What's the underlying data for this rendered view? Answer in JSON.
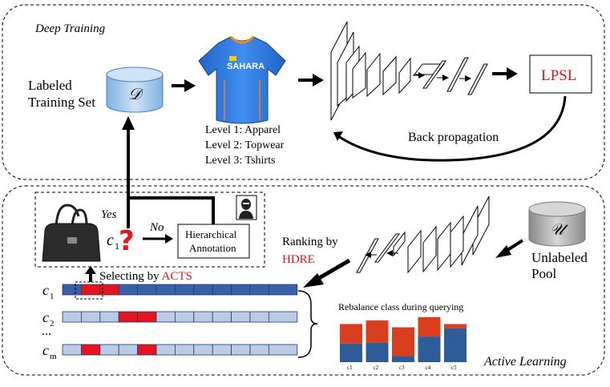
{
  "sections": {
    "deep_training": "Deep Training",
    "active_learning": "Active Learning"
  },
  "labeled_set": {
    "label_line1": "Labeled",
    "label_line2": "Training Set",
    "symbol": "𝒟"
  },
  "levels": [
    "Level 1: Apparel",
    "Level 2: Topwear",
    "Level 3: Tshirts"
  ],
  "jersey_text": "SAHARA",
  "lpsl": "LPSL",
  "back_propagation": "Back propagation",
  "annotation": {
    "yes": "Yes",
    "no": "No",
    "c1": "c",
    "c1_sub": "1",
    "question": "?",
    "box_line1": "Hierarchical",
    "box_line2": "Annotation"
  },
  "selecting": {
    "prefix": "Selecting by ",
    "highlight": "ACTS"
  },
  "ranking": {
    "line1": "Ranking by",
    "line2": "HDRE"
  },
  "unlabeled_pool": {
    "symbol": "𝒰",
    "label_line1": "Unlabeled",
    "label_line2": "Pool"
  },
  "rows": [
    {
      "label": "c",
      "sub": "1",
      "style": "dark",
      "red": [
        1,
        2
      ]
    },
    {
      "label": "c",
      "sub": "2",
      "style": "light",
      "red": [
        3,
        4
      ]
    },
    {
      "label": "c",
      "sub": "m",
      "style": "light",
      "red": [
        1,
        4
      ]
    }
  ],
  "dots": "...",
  "rebalance": {
    "title": "Rebalance class during querying",
    "ticks": [
      "c1",
      "c2",
      "c3",
      "c4",
      "c5"
    ],
    "bars": [
      {
        "total": 0.82,
        "blue": 0.4
      },
      {
        "total": 0.9,
        "blue": 0.42
      },
      {
        "total": 0.75,
        "blue": 0.13
      },
      {
        "total": 0.97,
        "blue": 0.55
      },
      {
        "total": 0.82,
        "blue": 0.73
      }
    ]
  },
  "colors": {
    "red": "#e8141b",
    "dark_blue": "#3a5fa8",
    "light_blue": "#b9cbe6",
    "bar_red": "#e0401f",
    "bar_blue": "#2f5f9c",
    "cyl_blue": "#a8c8ea",
    "cyl_gray": "#b0b0b0"
  },
  "icons": [
    "handbag-icon",
    "tshirt-icon",
    "annotator-icon",
    "network-icon"
  ]
}
